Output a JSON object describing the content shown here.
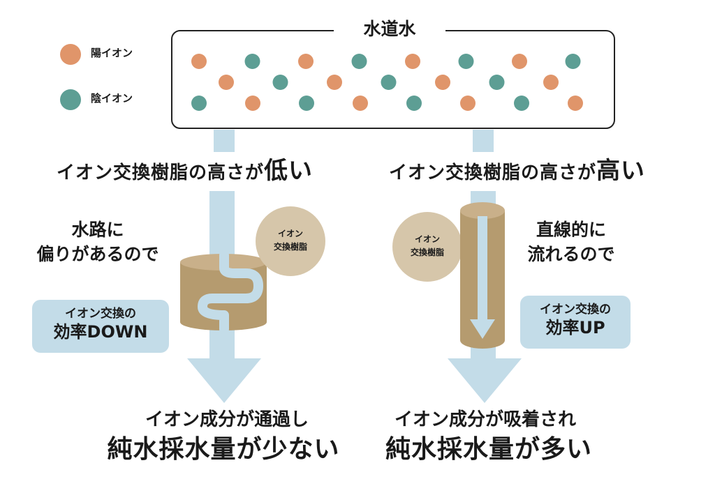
{
  "title": "水道水",
  "legend": {
    "cation": {
      "label": "陽イオン",
      "color": "#e0956a"
    },
    "anion": {
      "label": "陰イオン",
      "color": "#5d9e94"
    }
  },
  "colors": {
    "water": "#c3dce8",
    "resin": "#b59b6f",
    "resin_top": "#c9b08a",
    "resin_circle": "#d6c6aa"
  },
  "left": {
    "heading_main": "イオン交換樹脂の高さが",
    "heading_emph": "低い",
    "reason_line1": "水路に",
    "reason_line2": "偏りがあるので",
    "efficiency_line1": "イオン交換の",
    "efficiency_line2": "効率DOWN",
    "resin_label_line1": "イオン",
    "resin_label_line2": "交換樹脂",
    "result_line1": "イオン成分が通過し",
    "result_line2": "純水採水量が少ない"
  },
  "right": {
    "heading_main": "イオン交換樹脂の高さが",
    "heading_emph": "高い",
    "reason_line1": "直線的に",
    "reason_line2": "流れるので",
    "efficiency_line1": "イオン交換の",
    "efficiency_line2": "効率UP",
    "resin_label_line1": "イオン",
    "resin_label_line2": "交換樹脂",
    "result_line1": "イオン成分が吸着され",
    "result_line2": "純水採水量が多い"
  },
  "ion_rows": [
    [
      "cation",
      "anion",
      "cation",
      "anion",
      "cation",
      "anion",
      "cation",
      "anion"
    ],
    [
      "cation",
      "anion",
      "cation",
      "anion",
      "cation",
      "anion",
      "cation"
    ],
    [
      "anion",
      "cation",
      "anion",
      "cation",
      "anion",
      "cation",
      "anion",
      "cation"
    ]
  ]
}
